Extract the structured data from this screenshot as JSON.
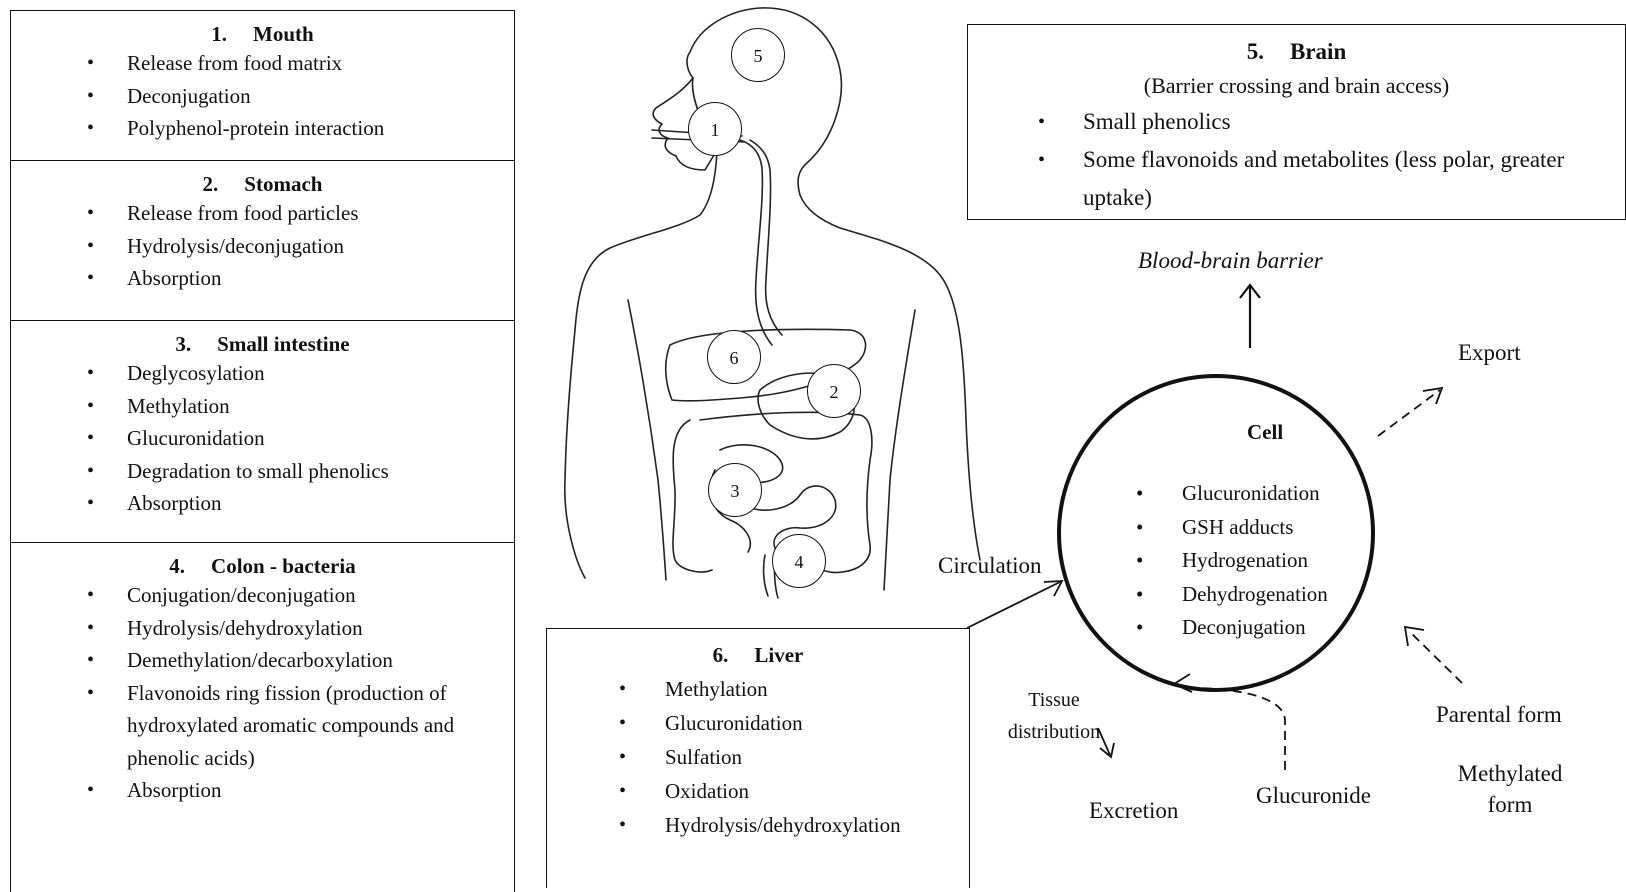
{
  "left_panel": {
    "mouth": {
      "num": "1.",
      "title": "Mouth",
      "items": [
        "Release from food matrix",
        "Deconjugation",
        "Polyphenol-protein interaction"
      ]
    },
    "stomach": {
      "num": "2.",
      "title": "Stomach",
      "items": [
        "Release from food particles",
        "Hydrolysis/deconjugation",
        "Absorption"
      ]
    },
    "small_intestine": {
      "num": "3.",
      "title": "Small intestine",
      "items": [
        "Deglycosylation",
        "Methylation",
        "Glucuronidation",
        "Degradation to small phenolics",
        "Absorption"
      ]
    },
    "colon": {
      "num": "4.",
      "title": "Colon - bacteria",
      "items": [
        "Conjugation/deconjugation",
        "Hydrolysis/dehydroxylation",
        "Demethylation/decarboxylation",
        "Flavonoids ring fission (production of hydroxylated aromatic compounds and phenolic acids)",
        "Absorption"
      ]
    }
  },
  "brain": {
    "num": "5.",
    "title": "Brain",
    "subtitle": "(Barrier crossing and brain access)",
    "items": [
      "Small phenolics",
      "Some flavonoids and metabolites (less polar, greater uptake)"
    ]
  },
  "liver": {
    "num": "6.",
    "title": "Liver",
    "items": [
      "Methylation",
      "Glucuronidation",
      "Sulfation",
      "Oxidation",
      "Hydrolysis/dehydroxylation"
    ]
  },
  "body_markers": [
    "5",
    "1",
    "6",
    "2",
    "3",
    "4"
  ],
  "cell": {
    "title": "Cell",
    "items": [
      "Glucuronidation",
      "GSH adducts",
      "Hydrogenation",
      "Dehydrogenation",
      "Deconjugation"
    ]
  },
  "labels": {
    "bbb": "Blood-brain barrier",
    "export": "Export",
    "circulation": "Circulation",
    "tissue_distribution_1": "Tissue",
    "tissue_distribution_2": "distribution",
    "excretion": "Excretion",
    "glucuronide": "Glucuronide",
    "parental_form": "Parental form",
    "methylated_form_1": "Methylated",
    "methylated_form_2": "form"
  }
}
